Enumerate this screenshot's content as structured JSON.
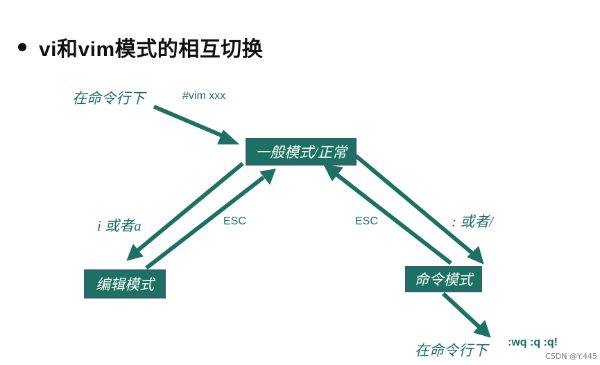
{
  "title": "vi和vim模式的相互切换",
  "labels": {
    "start_cmdline": "在命令行下",
    "vim_cmd": "#vim  xxx",
    "enter_insert": "i 或者a",
    "esc_left": "ESC",
    "esc_right": "ESC",
    "enter_command": ": 或者/",
    "end_cmdline": "在命令行下",
    "quit_cmds": ":wq  :q   :q!"
  },
  "modes": {
    "normal": "一般模式/正常",
    "insert": "编辑模式",
    "command": "命令模式"
  },
  "colors": {
    "arrow": "#1c7162",
    "box": "#1c7162",
    "text": "#1c6e62"
  },
  "watermark": "CSDN @Y.445"
}
